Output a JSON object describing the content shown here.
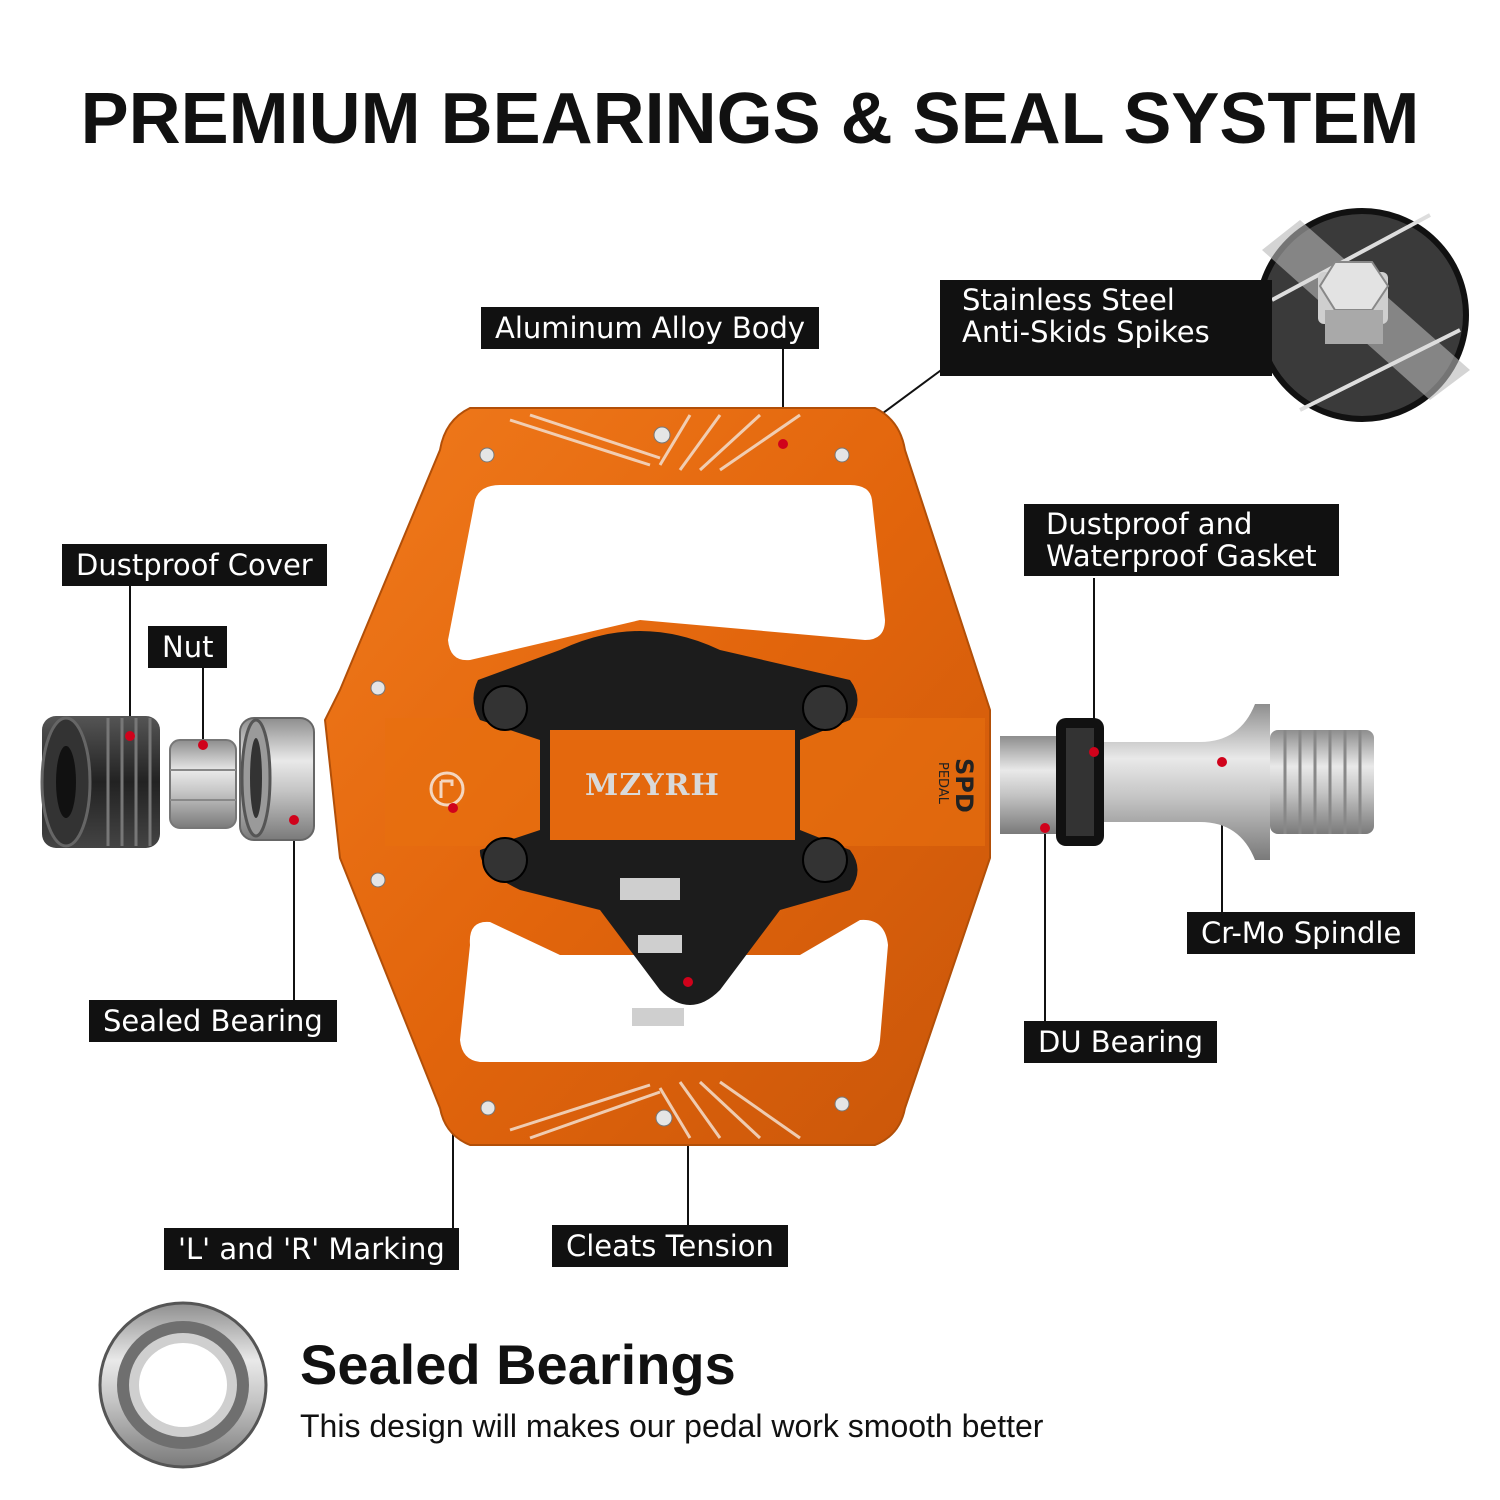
{
  "heading": "PREMIUM BEARINGS & SEAL SYSTEM",
  "labels": {
    "aluminum_body": "Aluminum Alloy Body",
    "spikes_line1": "Stainless Steel",
    "spikes_line2": "Anti-Skids Spikes",
    "dust_cover": "Dustproof Cover",
    "nut": "Nut",
    "gasket_line1": "Dustproof and",
    "gasket_line2": "Waterproof Gasket",
    "spindle": "Cr-Mo Spindle",
    "sealed_bearing": "Sealed Bearing",
    "du_bearing": "DU Bearing",
    "lr_marking": "'L' and 'R' Marking",
    "cleats_tension": "Cleats Tension"
  },
  "pedal": {
    "brand": "MZYRH",
    "spd": "SPD",
    "pedal_word": "PEDAL"
  },
  "footer": {
    "title": "Sealed Bearings",
    "subtitle": "This design will makes our pedal work smooth better"
  },
  "colors": {
    "pedal_orange": "#e86a10",
    "label_bg": "#111111",
    "callout_dot": "#d0021b"
  }
}
